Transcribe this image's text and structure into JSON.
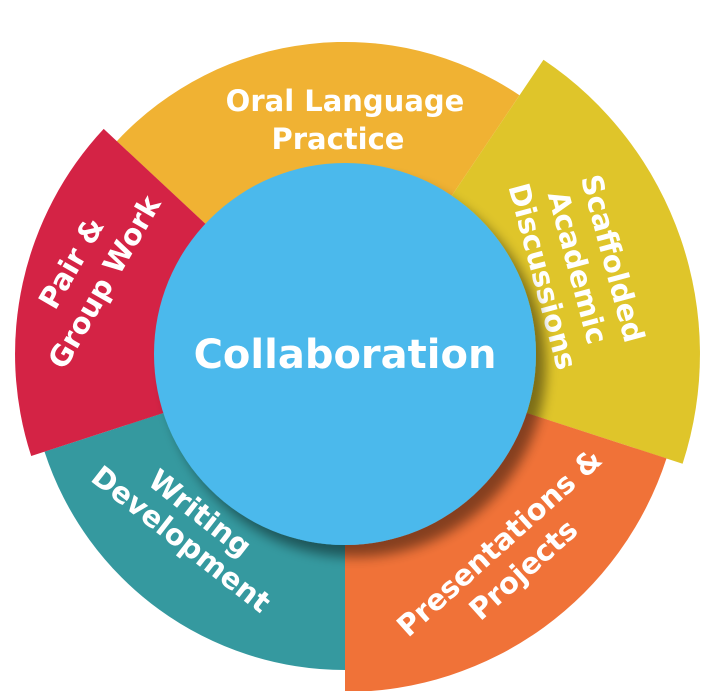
{
  "center": {
    "label": "Collaboration",
    "color": "#4cb9ec"
  },
  "segments": [
    {
      "key": "oral",
      "lines": [
        "Oral Language",
        "Practice"
      ],
      "color": "#f0b233"
    },
    {
      "key": "scaffolded",
      "lines": [
        "Scaffolded",
        "Academic",
        "Discussions"
      ],
      "color": "#dfc52a"
    },
    {
      "key": "presentations",
      "lines": [
        "Presentations &",
        "Projects"
      ],
      "color": "#f07238"
    },
    {
      "key": "writing",
      "lines": [
        "Writing",
        "Development"
      ],
      "color": "#35999f"
    },
    {
      "key": "pair",
      "lines": [
        "Pair &",
        "Group Work"
      ],
      "color": "#d42345"
    }
  ]
}
